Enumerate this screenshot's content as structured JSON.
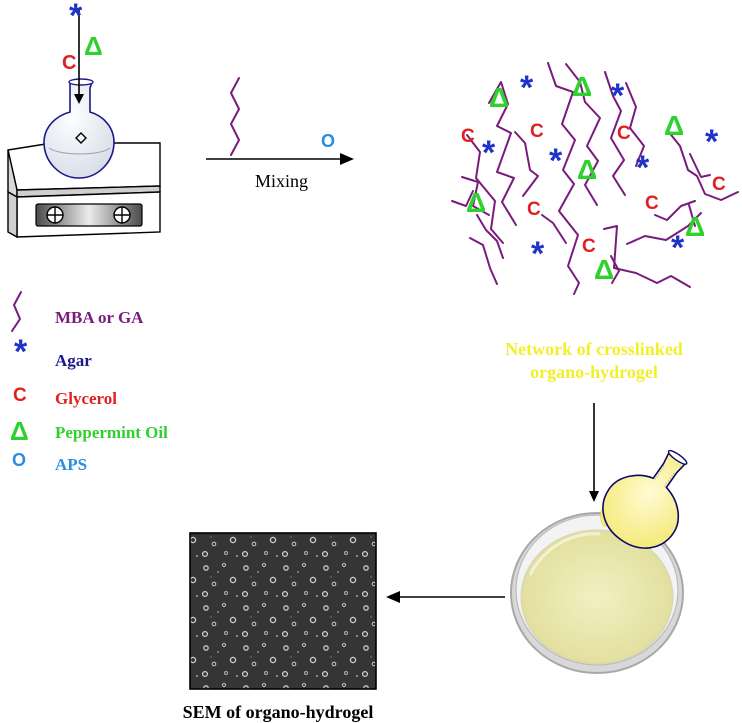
{
  "symbols": {
    "c": "C",
    "delta": "Δ",
    "star": "*",
    "o": "O"
  },
  "arrow_label": "Mixing",
  "legend": {
    "mba": "MBA or GA",
    "agar": "Agar",
    "glycerol": "Glycerol",
    "peppermint": "Peppermint Oil",
    "aps": "APS"
  },
  "network_caption": {
    "line1": "Network of crosslinked",
    "line2": "organo-hydrogel"
  },
  "sem_caption": "SEM of organo-hydrogel",
  "colors": {
    "glycerol": "#e02020",
    "peppermint": "#2ed12e",
    "agar": "#1f33c9",
    "aps": "#2a8de0",
    "crosslinker": "#7a1a7d",
    "network_caption": "#f0f02a"
  }
}
